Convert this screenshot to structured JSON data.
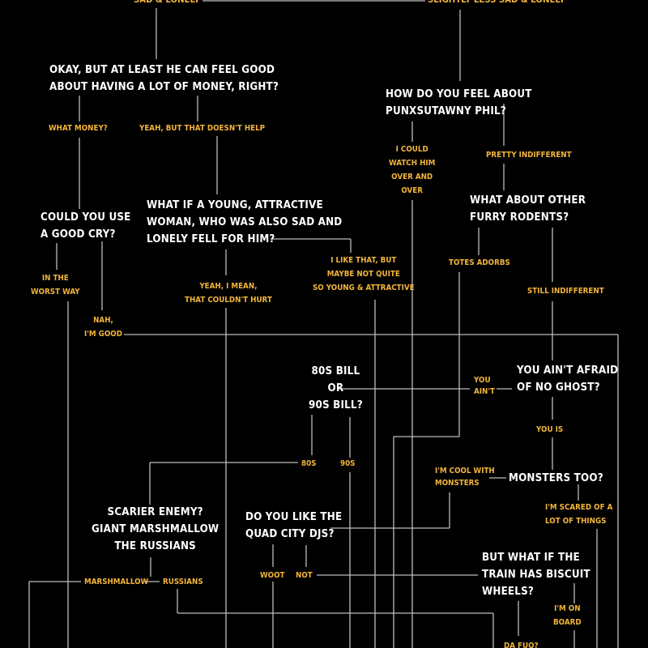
{
  "title": "Flowchart",
  "colors": {
    "background": "#000000",
    "question": "#ffffff",
    "answer": "#f2b53a",
    "line": "#bdbdbd"
  },
  "nodes": {
    "sad_lonely": "SAD & LONELY",
    "slightly_less": "SLIGHTLY LESS SAD & LONELY",
    "q_money": "OKAY, BUT AT LEAST HE CAN FEEL GOOD\nABOUT HAVING A LOT OF MONEY, RIGHT?",
    "a_what_money": "WHAT MONEY?",
    "a_doesnt_help": "YEAH, BUT THAT DOESN'T HELP",
    "q_good_cry": "COULD YOU USE\nA GOOD CRY?",
    "a_worst_way": "IN THE\nWORST WAY",
    "a_nah_good": "NAH,\nI'M GOOD",
    "q_young_woman": "WHAT IF A YOUNG, ATTRACTIVE\nWOMAN, WHO WAS ALSO SAD AND\nLONELY FELL FOR HIM?",
    "a_couldnt_hurt": "YEAH, I MEAN,\nTHAT COULDN'T HURT",
    "a_not_so_young": "I LIKE THAT, BUT\nMAYBE NOT QUITE\nSO YOUNG & ATTRACTIVE",
    "q_phil": "HOW DO YOU FEEL ABOUT\nPUNXSUTAWNY PHIL?",
    "a_watch_him": "I COULD\nWATCH HIM\nOVER AND\nOVER",
    "a_pretty_indifferent": "PRETTY INDIFFERENT",
    "q_rodents": "WHAT ABOUT OTHER\nFURRY RODENTS?",
    "a_totes": "TOTES ADORBS",
    "a_still_indifferent": "STILL INDIFFERENT",
    "q_ghost": "YOU AIN'T AFRAID\nOF NO GHOST?",
    "a_you_aint": "YOU\nAIN'T",
    "a_you_is": "YOU IS",
    "q_bill": "80S BILL\nOR\n90S BILL?",
    "a_80s": "80S",
    "a_90s": "90S",
    "q_monsters": "MONSTERS TOO?",
    "a_cool_monsters": "I'M COOL WITH\nMONSTERS",
    "a_scared": "I'M SCARED OF A\nLOT OF THINGS",
    "q_enemy": "SCARIER ENEMY?\nGIANT MARSHMALLOW\nTHE RUSSIANS",
    "a_marshmallow": "MARSHMALLOW",
    "a_russians": "RUSSIANS",
    "q_quad_city": "DO YOU LIKE THE\nQUAD CITY DJS?",
    "a_woot": "WOOT",
    "a_not": "NOT",
    "q_biscuit": "BUT WHAT IF THE\nTRAIN HAS BISCUIT\nWHEELS?",
    "a_on_board": "I'M ON\nBOARD",
    "a_da_fuq": "DA FUQ?"
  }
}
